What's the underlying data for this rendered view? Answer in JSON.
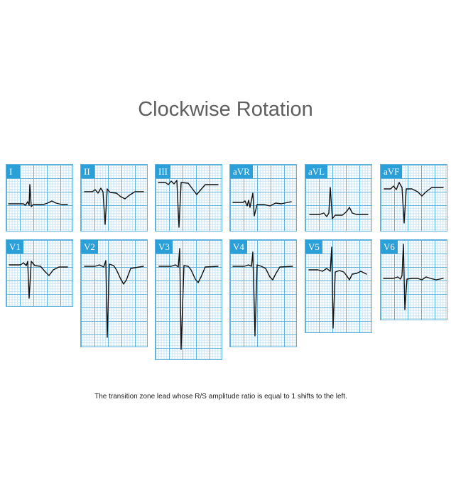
{
  "title": "Clockwise Rotation",
  "caption": "The transition zone lead whose R/S amplitude ratio is equal to 1 shifts to the left.",
  "leads": {
    "I": "I",
    "II": "II",
    "III": "III",
    "aVR": "aVR",
    "aVL": "aVL",
    "aVF": "aVF",
    "V1": "V1",
    "V2": "V2",
    "V3": "V3",
    "V4": "V4",
    "V5": "V5",
    "V6": "V6"
  },
  "colors": {
    "grid_major": "#5fb3dc",
    "grid_minor": "#c7e4f3",
    "label_bg": "#2a9fd8",
    "trace": "#111111"
  }
}
